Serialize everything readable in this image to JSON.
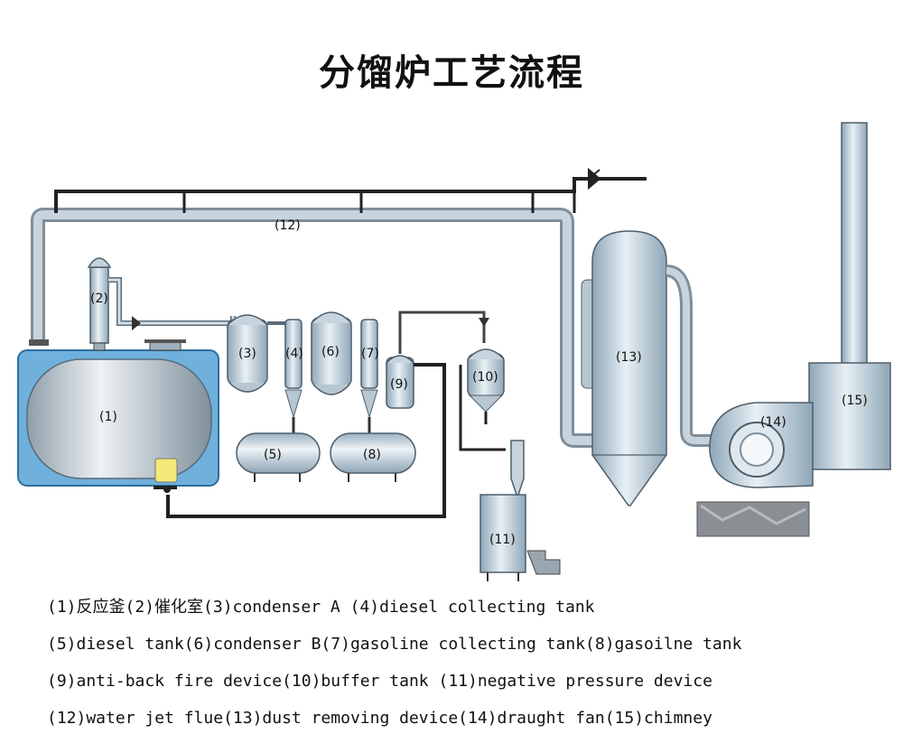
{
  "title": "分馏炉工艺流程",
  "units": [
    {
      "id": "1",
      "label": "(1)"
    },
    {
      "id": "2",
      "label": "(2)"
    },
    {
      "id": "3",
      "label": "(3)"
    },
    {
      "id": "4",
      "label": "(4)"
    },
    {
      "id": "5",
      "label": "(5)"
    },
    {
      "id": "6",
      "label": "(6)"
    },
    {
      "id": "7",
      "label": "(7)"
    },
    {
      "id": "8",
      "label": "(8)"
    },
    {
      "id": "9",
      "label": "(9)"
    },
    {
      "id": "10",
      "label": "(10)"
    },
    {
      "id": "11",
      "label": "(11)"
    },
    {
      "id": "12",
      "label": "(12)"
    },
    {
      "id": "13",
      "label": "(13)"
    },
    {
      "id": "14",
      "label": "(14)"
    },
    {
      "id": "15",
      "label": "(15)"
    }
  ],
  "legend": [
    "(1)反应釜(2)催化室(3)condenser A (4)diesel collecting tank",
    "(5)diesel tank(6)condenser B(7)gasoline collecting tank(8)gasoilne tank",
    "(9)anti-back fire device(10)buffer tank (11)negative pressure device",
    "(12)water jet flue(13)dust removing device(14)draught fan(15)chimney"
  ],
  "colors": {
    "vessel": "#b9cbd8",
    "vessel_light": "#e4edf3",
    "reactor_jacket": "#6fb0dc",
    "pipe_dark": "#222222",
    "flue": "#a9b8c4",
    "valve_yellow": "#f3e878",
    "base": "#8a8f94"
  }
}
